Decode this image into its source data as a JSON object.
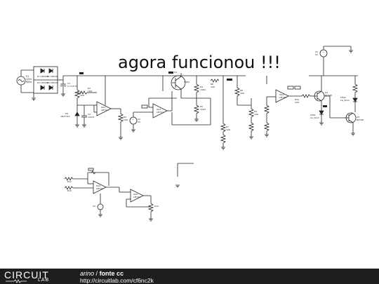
{
  "diagram": {
    "title": "agora funcionou !!!",
    "labels": {
      "v1": [
        "V1",
        "120V",
        "60Hz"
      ],
      "diodes": [
        "D1 1N4148",
        "D2 1N4148",
        "D3 1N4148",
        "D4 1N4148"
      ],
      "c1": [
        "C1",
        "4.7mF M4"
      ],
      "r1": [
        "R1",
        "1kΩ"
      ],
      "d5": [
        "D5",
        "1N4731A"
      ],
      "r2": [
        "R2",
        "1kΩ"
      ],
      "c2": [
        "C2",
        "100nF"
      ],
      "opa1": [
        "OA1",
        "LM741"
      ],
      "r3": [
        "R3",
        "1kΩ"
      ],
      "v2": [
        "V2",
        "5V"
      ],
      "opa2": [
        "OA2",
        "LM741"
      ],
      "q1": [
        "Q1",
        "TIP31"
      ],
      "r4": [
        "R4",
        "10kΩ"
      ],
      "r5": [
        "R5",
        "10kΩ"
      ],
      "r6": [
        "R6",
        "1kΩ"
      ],
      "r7": [
        "R7",
        "1kΩ"
      ],
      "r8": [
        "R8",
        "1kΩ"
      ],
      "r9": [
        "R9",
        "1kΩ"
      ],
      "opa3": [
        "OA3",
        "LM741"
      ],
      "q2": [
        "Q2",
        "BC548"
      ],
      "q3": [
        "Q3",
        "BC548"
      ],
      "led1": [
        "LED1",
        "LG_5mm"
      ],
      "led2": [
        "LED2",
        "LG_5mm"
      ],
      "v3": [
        "V3",
        "5V"
      ],
      "r10": [
        "R10",
        "1kΩ"
      ],
      "opa4": [
        "OA4",
        "LM741"
      ],
      "opa5": [
        "OA5",
        "LM741"
      ]
    }
  },
  "footer": {
    "brand_top": "CIRCUIT",
    "brand_bottom": "LAB",
    "author": "arino",
    "separator": "/",
    "title": "fonte cc",
    "url": "http://circuitlab.com/cf6nc2k"
  }
}
